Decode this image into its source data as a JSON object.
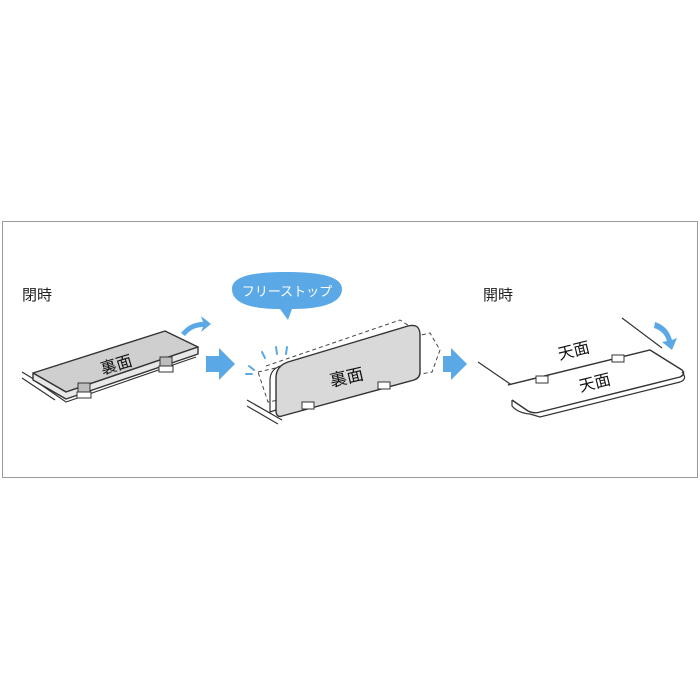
{
  "labels": {
    "closed": "閉時",
    "open": "開時",
    "free_stop": "フリーストップ",
    "back_face": "裏面",
    "top_face": "天面"
  },
  "colors": {
    "panel_border": "#9a9a9a",
    "board_fill_closed": "#cfcfcf",
    "board_fill_standing": "#d9d9d9",
    "accent_blue": "#5aa9e6",
    "line": "#333333"
  },
  "icons": [
    "curved-arrow-icon",
    "right-arrow-icon",
    "speech-bubble-icon",
    "hinge-icon"
  ]
}
